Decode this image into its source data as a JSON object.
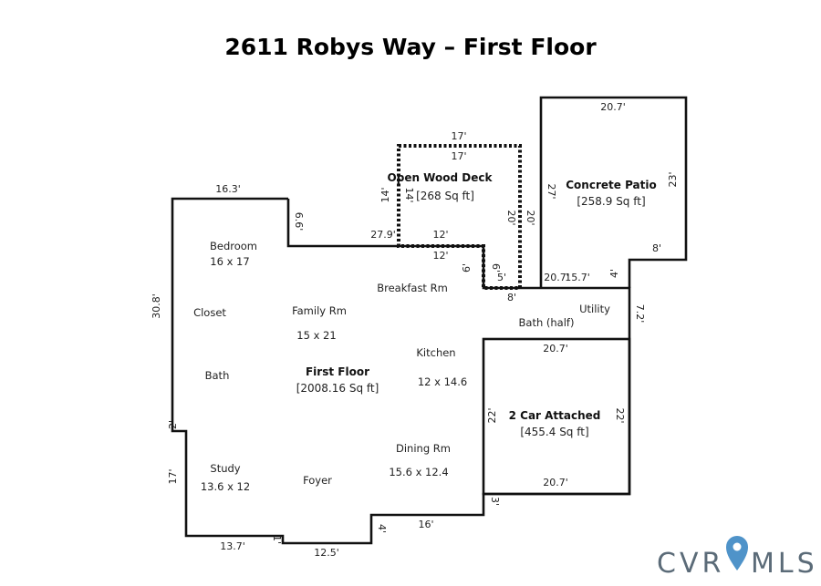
{
  "title": "2611 Robys Way – First Floor",
  "areas": {
    "first_floor": {
      "name": "First Floor",
      "sqft": "[2008.16 Sq ft]"
    },
    "deck": {
      "name": "Open Wood Deck",
      "sqft": "[268 Sq ft]"
    },
    "patio": {
      "name": "Concrete Patio",
      "sqft": "[258.9 Sq ft]"
    },
    "garage": {
      "name": "2 Car Attached",
      "sqft": "[455.4 Sq ft]"
    }
  },
  "rooms": {
    "bedroom": {
      "name": "Bedroom",
      "size": "16 x 17"
    },
    "closet": {
      "name": "Closet"
    },
    "bath": {
      "name": "Bath"
    },
    "family": {
      "name": "Family Rm",
      "size": "15 x 21"
    },
    "breakfast": {
      "name": "Breakfast Rm"
    },
    "kitchen": {
      "name": "Kitchen",
      "size": "12 x 14.6"
    },
    "utility": {
      "name": "Utility"
    },
    "bath_half": {
      "name": "Bath (half)"
    },
    "study": {
      "name": "Study",
      "size": "13.6 x 12"
    },
    "foyer": {
      "name": "Foyer"
    },
    "dining": {
      "name": "Dining Rm",
      "size": "15.6 x 12.4"
    }
  },
  "dimensions": {
    "house_top": "16.3'",
    "house_step": "6.6'",
    "house_top_long": "27.9'",
    "house_left": "30.8'",
    "house_jog": "2'",
    "house_lower_left": "17'",
    "house_bottom_left": "13.7'",
    "house_bottom_step": "1'",
    "house_bottom_mid": "12.5'",
    "house_bottom_jog": "4'",
    "house_bottom_right": "16'",
    "house_right_jog": "3'",
    "deck_top_outer": "17'",
    "deck_top_inner": "17'",
    "deck_left_outer": "14'",
    "deck_left_inner": "14'",
    "deck_right_inner": "20'",
    "deck_right_outer": "20'",
    "deck_bottom_outer": "12'",
    "deck_bottom_inner": "12'",
    "deck_notch_left": "6'",
    "deck_notch_inner": "6'",
    "deck_notch_bottom": "5'",
    "notch_under": "8'",
    "patio_top": "20.7'",
    "patio_left": "27'",
    "patio_right": "23'",
    "patio_bottom": "8'",
    "patio_step": "4'",
    "patio_base_left": "20.7'",
    "patio_base_right": "15.7'",
    "utility_right": "7.2'",
    "garage_top": "20.7'",
    "garage_left": "22'",
    "garage_right": "22'",
    "garage_bottom": "20.7'"
  },
  "logo": {
    "text_left": "CVR",
    "text_right": "MLS",
    "pin_color": "#4f93c9",
    "text_color": "#5b6b78"
  }
}
